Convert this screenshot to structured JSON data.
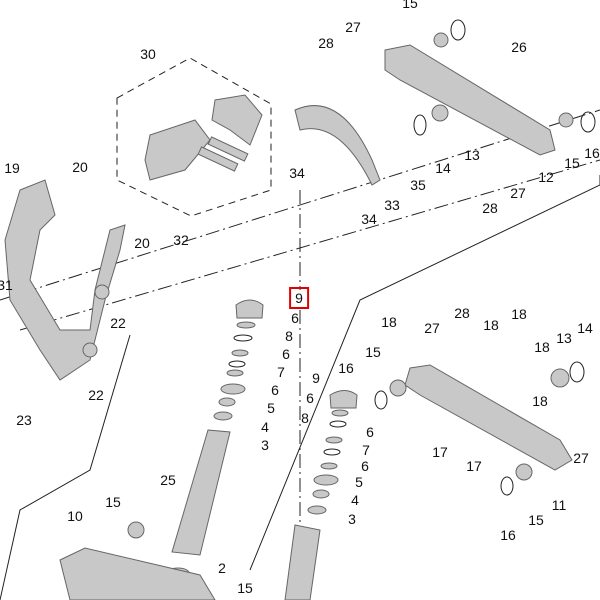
{
  "diagram": {
    "highlight_color": "#e00000",
    "highlighted_label": "9",
    "callouts": [
      "15",
      "27",
      "28",
      "26",
      "30",
      "19",
      "20",
      "34",
      "14",
      "13",
      "35",
      "33",
      "34",
      "15",
      "16",
      "27",
      "12",
      "28",
      "20",
      "32",
      "31",
      "22",
      "9",
      "6",
      "8",
      "28",
      "18",
      "27",
      "18",
      "18",
      "6",
      "15",
      "16",
      "13",
      "14",
      "18",
      "7",
      "9",
      "6",
      "5",
      "18",
      "6",
      "8",
      "4",
      "3",
      "6",
      "7",
      "17",
      "6",
      "17",
      "5",
      "22",
      "23",
      "4",
      "3",
      "27",
      "11",
      "15",
      "16",
      "25",
      "15",
      "10",
      "2",
      "15"
    ]
  }
}
